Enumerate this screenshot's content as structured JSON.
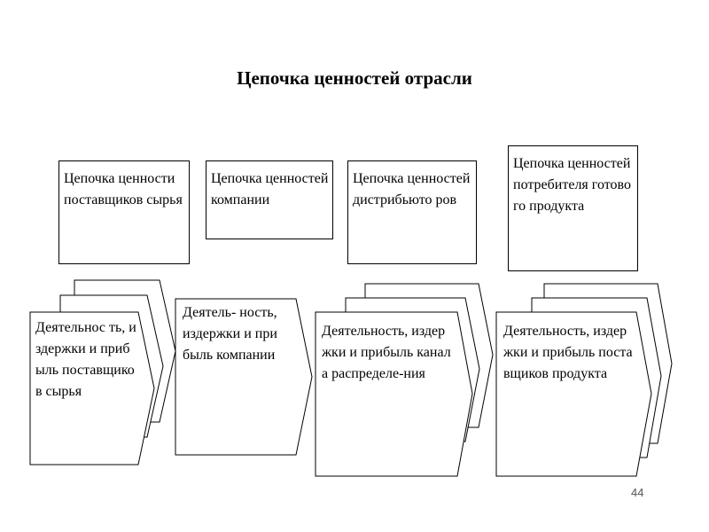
{
  "title": "Цепочка ценностей отрасли",
  "labels": {
    "suppliers": "Цепочка ценности поставщиков сырья",
    "company": "Цепочка ценностей компании",
    "distributors": "Цепочка ценностей дистрибьюто ров",
    "consumers": "Цепочка ценностей потребителя готового продукта"
  },
  "activities": {
    "suppliers": "Деятельнос ть, издержки и прибыль поставщико в сырья",
    "company": "Деятель- ность, издержки и прибыль компании",
    "distributors": "Деятельность, издержки и прибыль канала распределе-ния",
    "consumers": "Деятельность, издержки и прибыль поставщиков продукта"
  },
  "page_number": "44"
}
